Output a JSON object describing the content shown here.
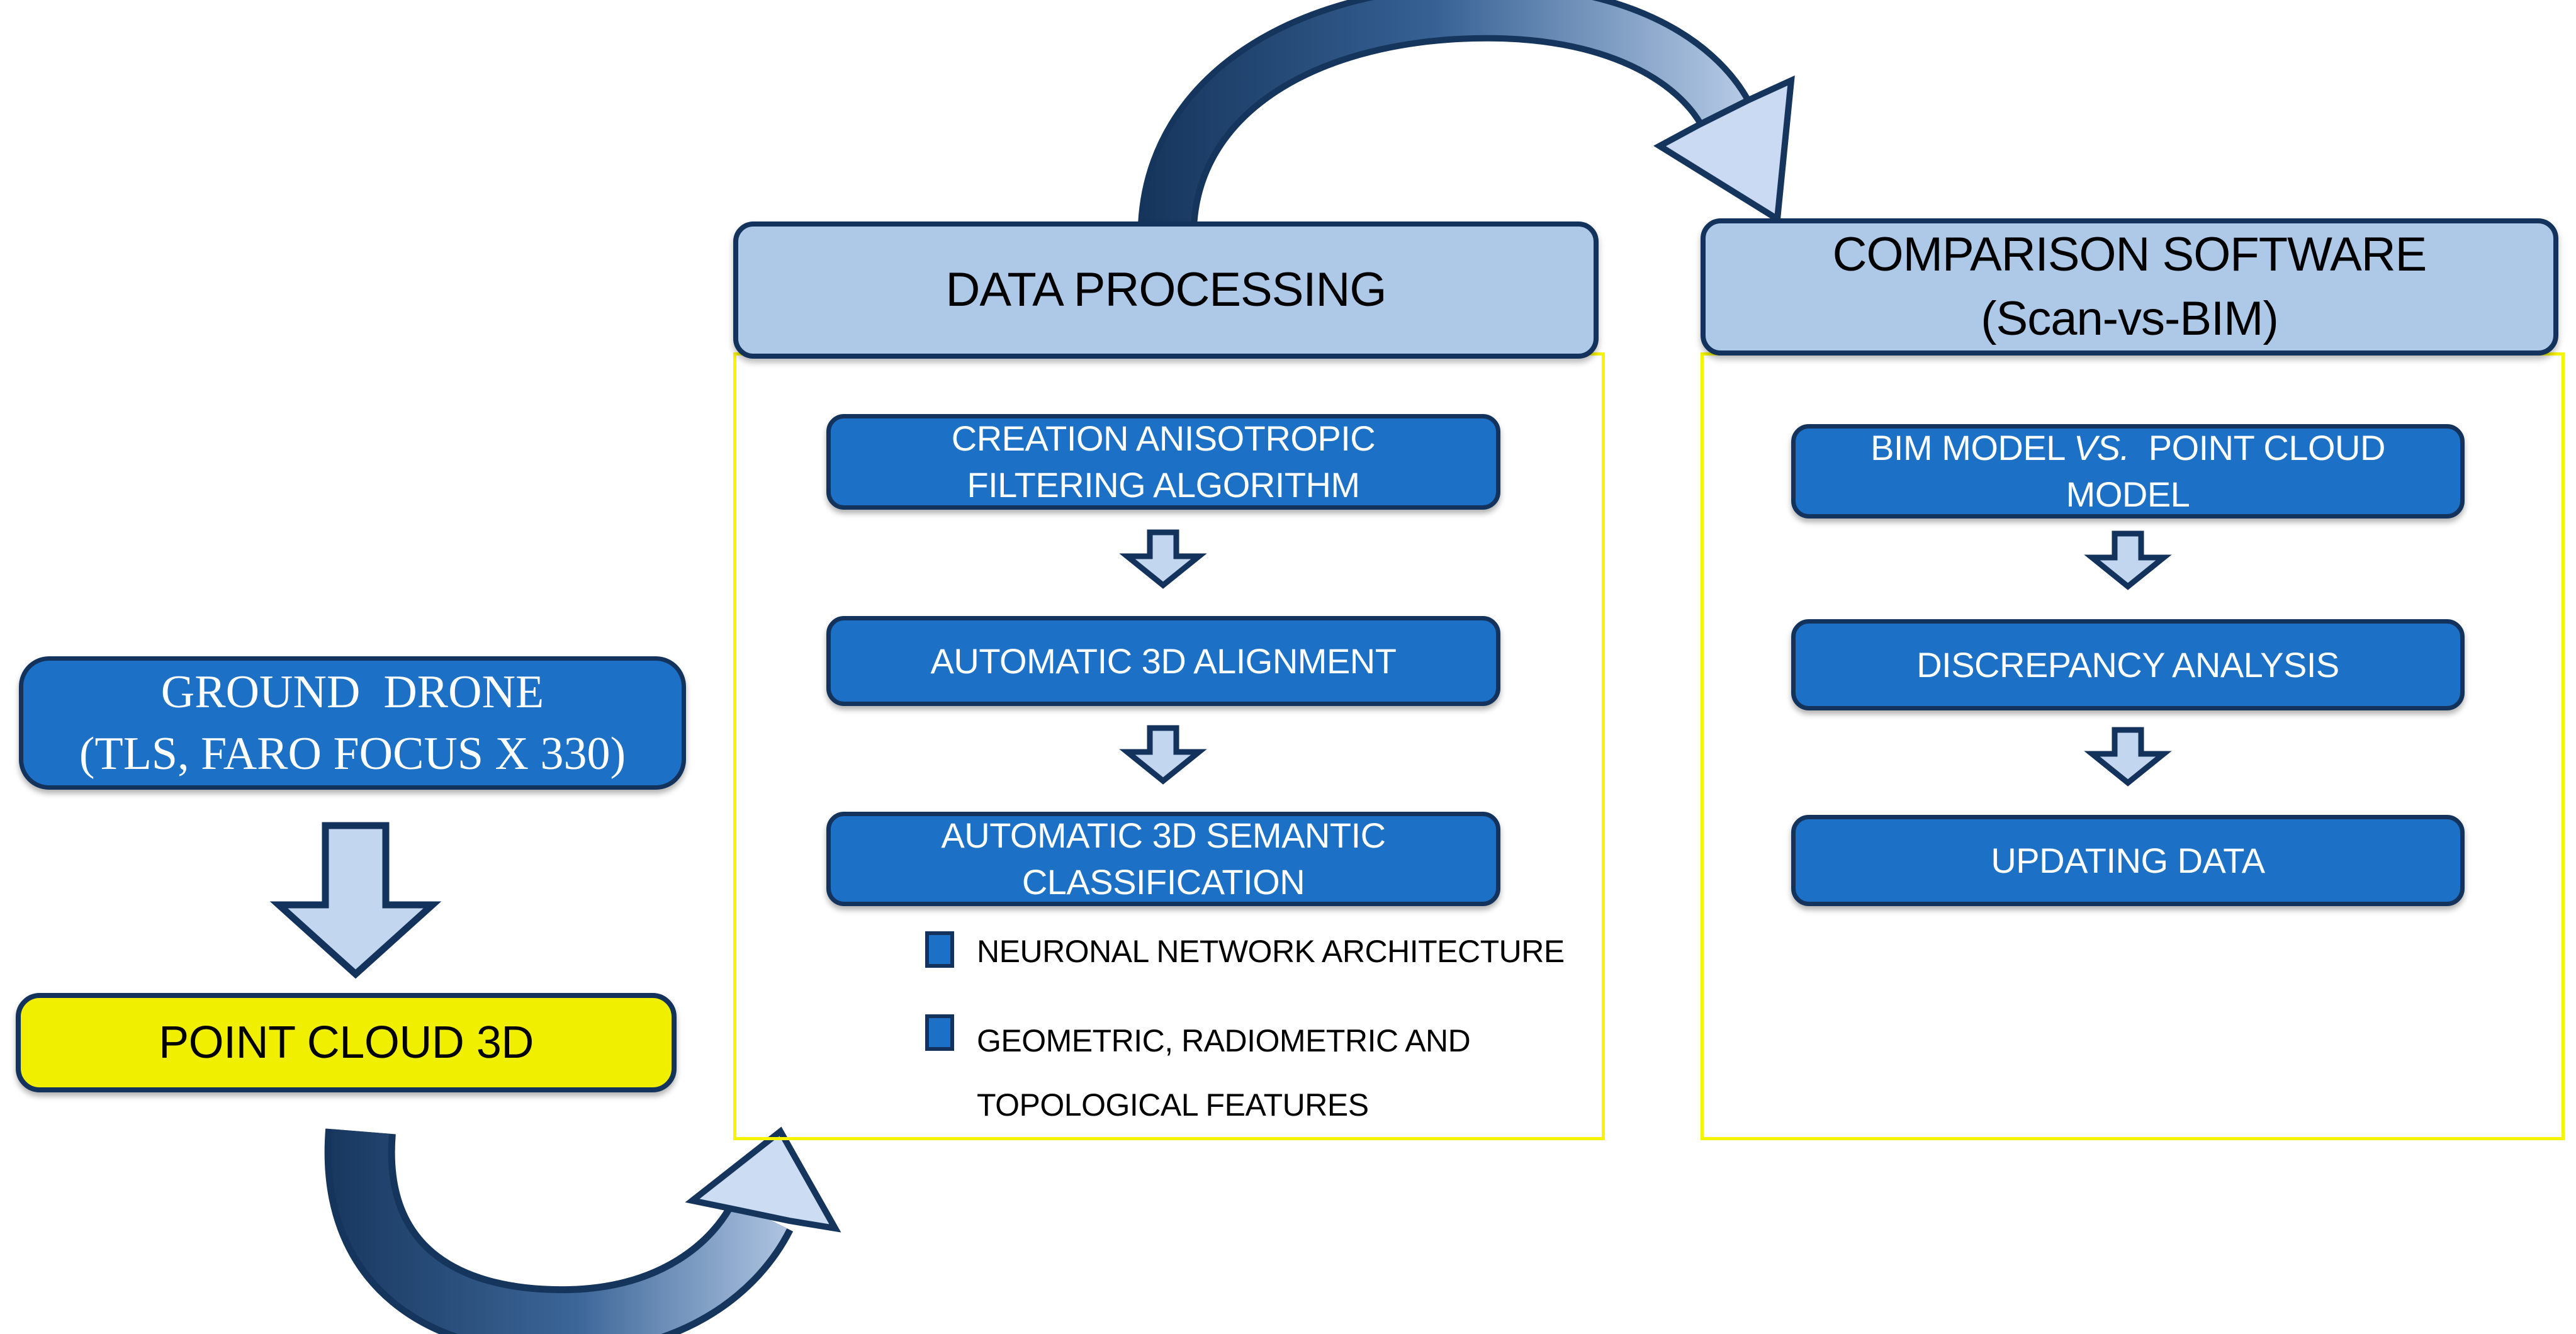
{
  "figure": {
    "type": "flowchart",
    "description": "Scan-to-BIM workflow diagram"
  },
  "colors": {
    "node_blue": "#1C71C6",
    "node_border_navy": "#14335C",
    "header_light_blue": "#AEC8E8",
    "container_border_yellow": "#F7F400",
    "point_cloud_yellow": "#F1EF00",
    "arrow_light_fill": "#C3D6F0",
    "arrow_dark_gradient": "#16355C",
    "text_white": "#FFFFFF",
    "text_black": "#000000"
  },
  "acquisition": {
    "ground_drone_line1": "GROUND  DRONE",
    "ground_drone_line2": "(TLS, FARO FOCUS X 330)",
    "point_cloud_label": "POINT CLOUD 3D"
  },
  "data_processing": {
    "header": "DATA PROCESSING",
    "step1_line1": "CREATION ANISOTROPIC",
    "step1_line2": "FILTERING ALGORITHM",
    "step2": "AUTOMATIC 3D ALIGNMENT",
    "step3_line1": "AUTOMATIC 3D SEMANTIC",
    "step3_line2": "CLASSIFICATION",
    "legend1": "NEURONAL NETWORK ARCHITECTURE",
    "legend2_line1": "GEOMETRIC, RADIOMETRIC AND",
    "legend2_line2": "TOPOLOGICAL FEATURES"
  },
  "comparison": {
    "header_line1": "COMPARISON SOFTWARE",
    "header_line2": "(Scan-vs-BIM)",
    "step1_pre": "BIM MODEL ",
    "step1_vs": "VS.",
    "step1_post": "  POINT CLOUD",
    "step1_line2": "MODEL",
    "step2": "DISCREPANCY ANALYSIS",
    "step3": "UPDATING DATA"
  }
}
